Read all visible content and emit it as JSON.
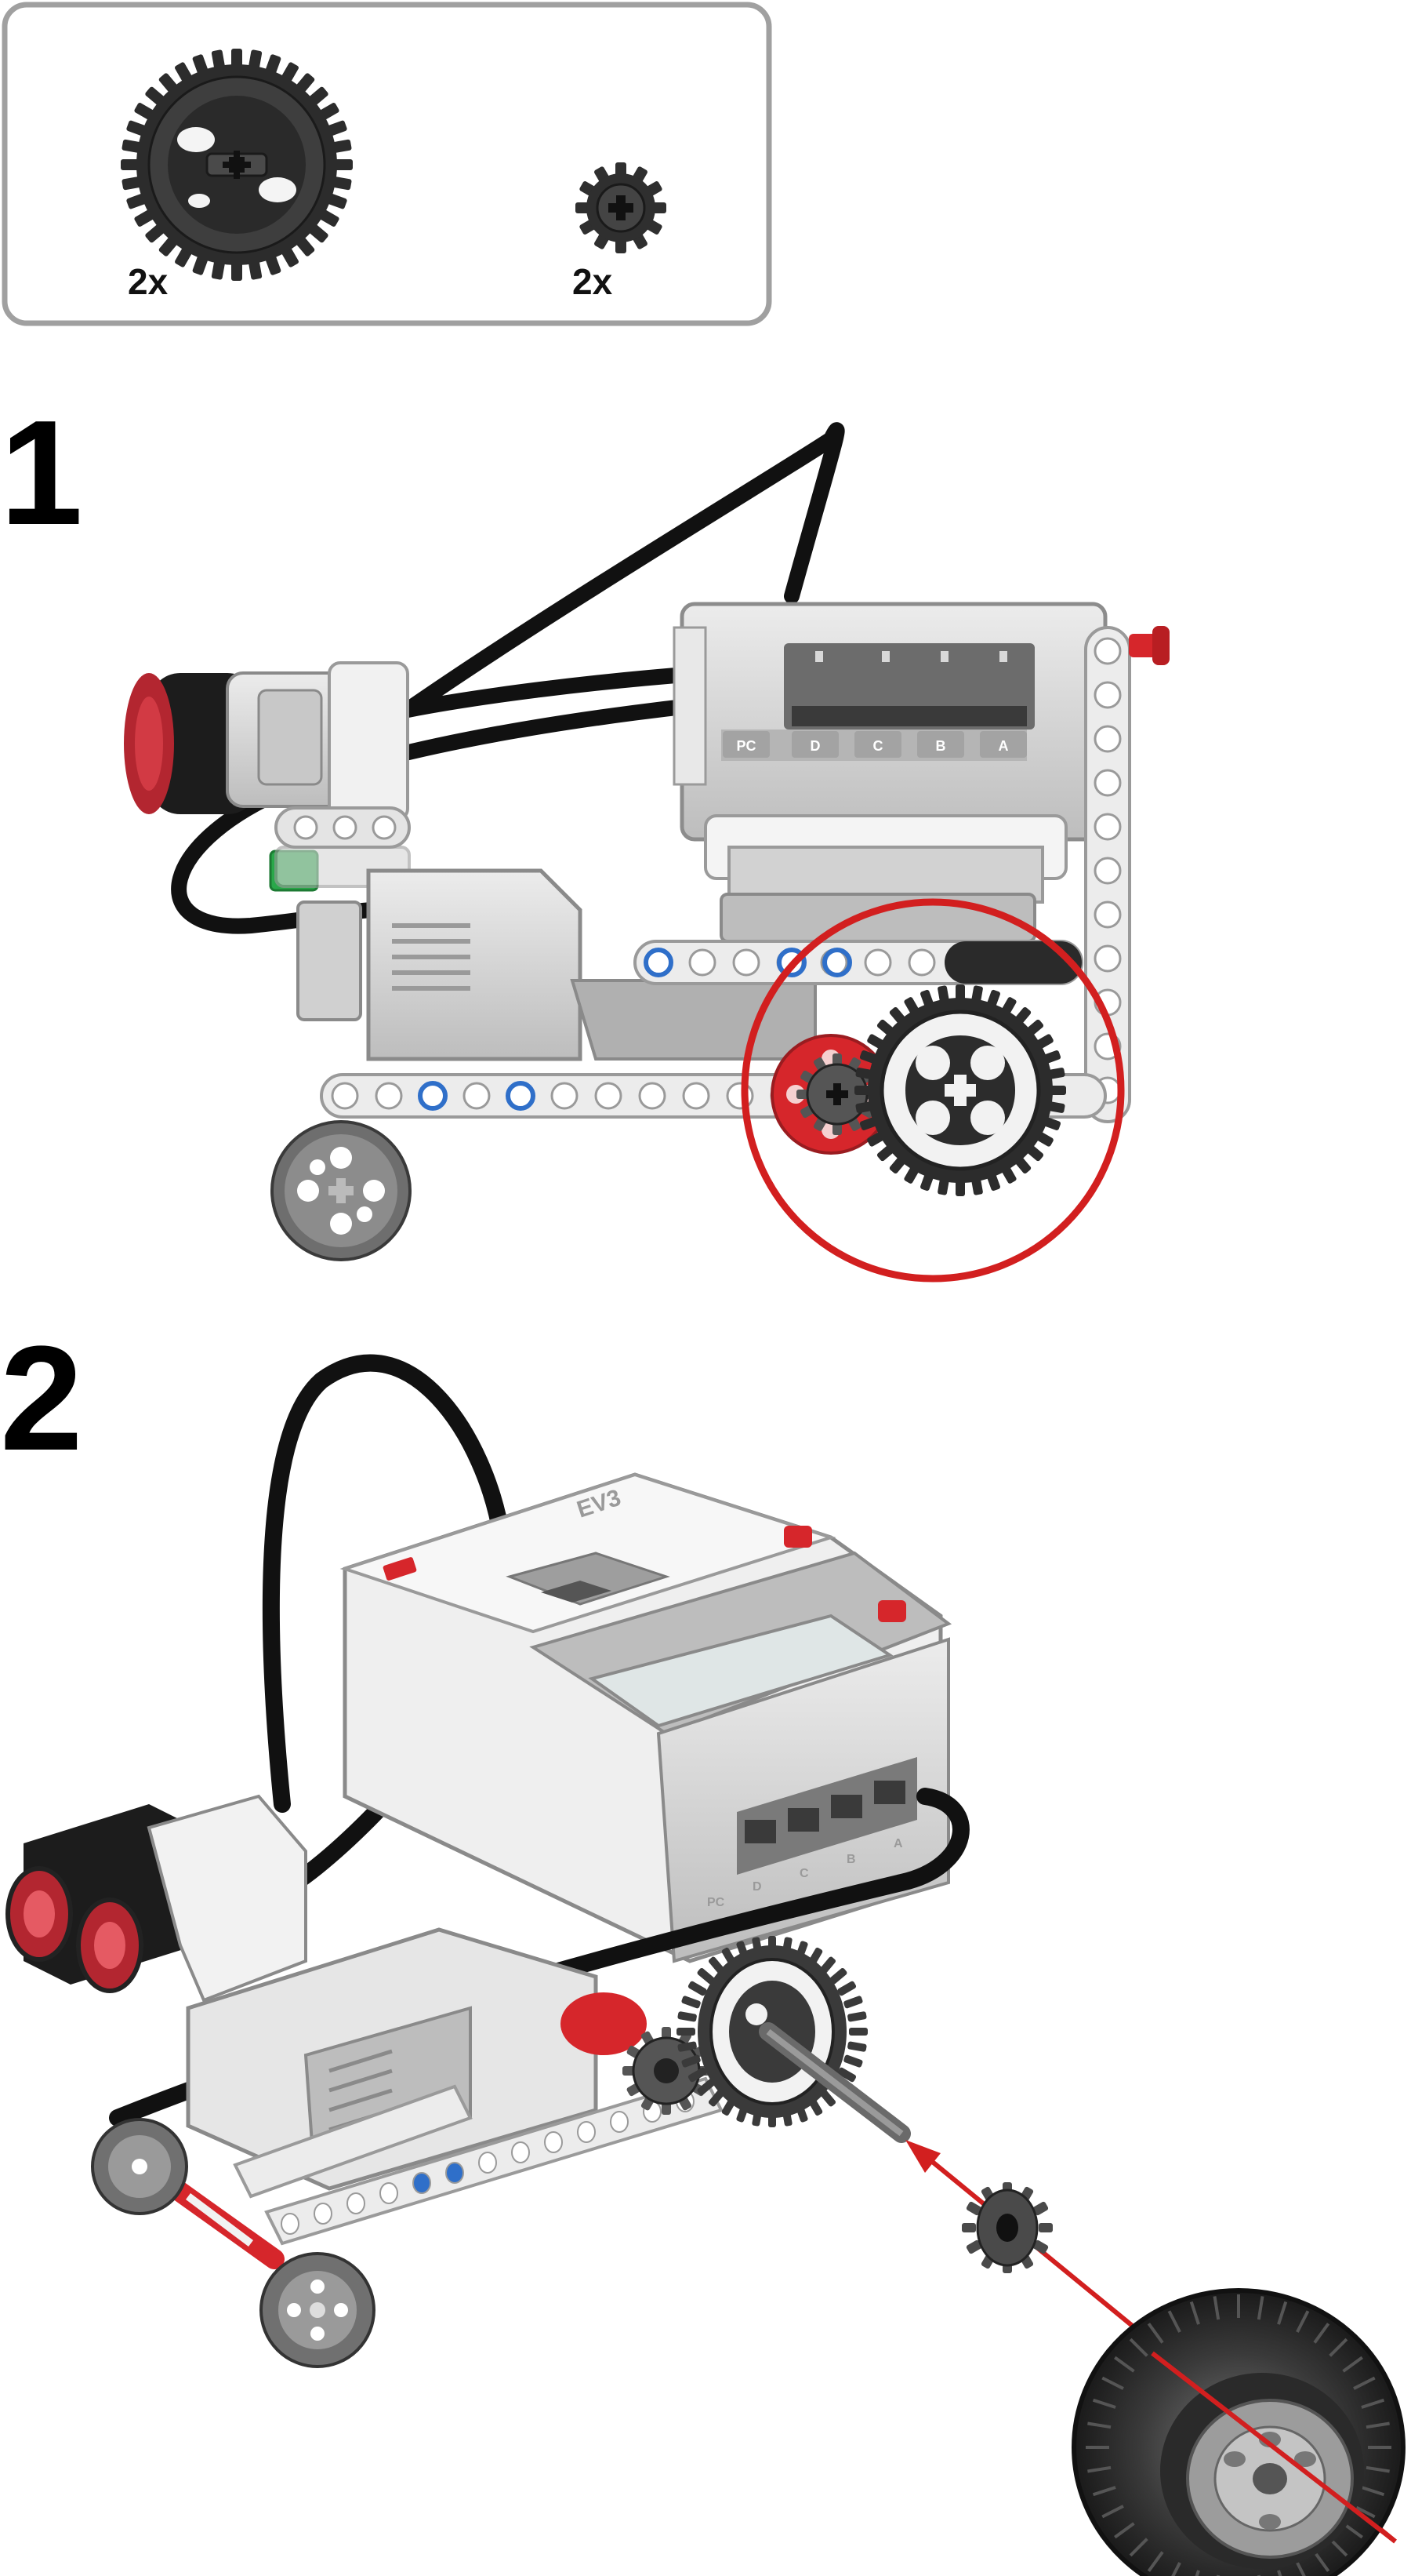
{
  "parts_box": {
    "items": [
      {
        "part": "36-tooth gear",
        "icon": "gear-large-icon",
        "quantity": "2x"
      },
      {
        "part": "12-tooth gear",
        "icon": "gear-small-icon",
        "quantity": "2x"
      }
    ]
  },
  "steps": [
    {
      "number": "1",
      "ports": [
        "PC",
        "D",
        "C",
        "B",
        "A"
      ]
    },
    {
      "number": "2",
      "ports": [
        "PC",
        "D",
        "C",
        "B",
        "A"
      ],
      "brick_label": "EV3"
    }
  ],
  "colors": {
    "highlight_circle": "#d21f1f",
    "frame": "#9a9a9a",
    "cable": "#111111",
    "pin_red": "#d6262b",
    "pin_blue": "#2f6fc9",
    "pin_green": "#2aa84a",
    "light_grey": "#d8d8d8",
    "mid_grey": "#9c9c9c",
    "dark_grey": "#555555"
  }
}
